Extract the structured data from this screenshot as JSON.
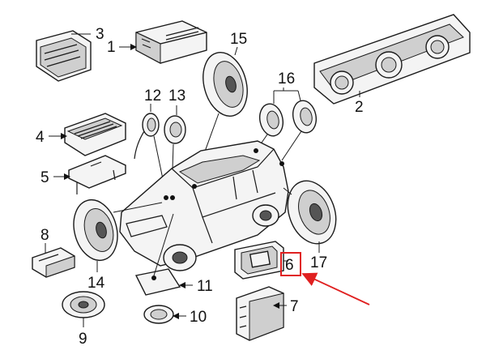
{
  "callouts": {
    "c1": "1",
    "c2": "2",
    "c3": "3",
    "c4": "4",
    "c5": "5",
    "c6": "6",
    "c7": "7",
    "c8": "8",
    "c9": "9",
    "c10": "10",
    "c11": "11",
    "c12": "12",
    "c13": "13",
    "c14": "14",
    "c15": "15",
    "c16": "16",
    "c17": "17"
  },
  "highlight": {
    "target": "6",
    "box_color": "#e02020",
    "arrow_color": "#e02020"
  }
}
